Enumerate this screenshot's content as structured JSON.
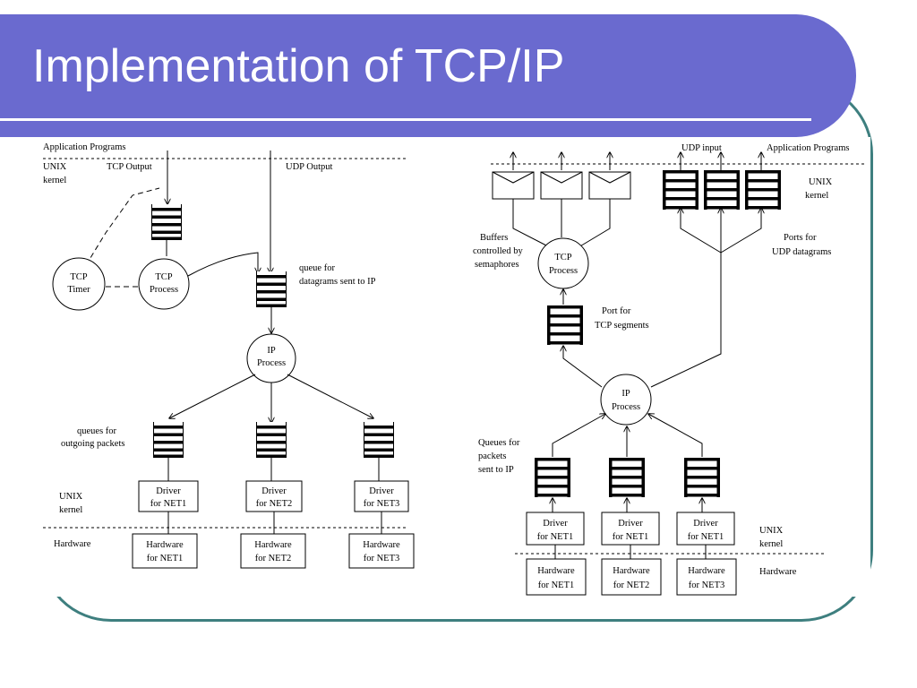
{
  "slide": {
    "title": "Implementation of TCP/IP"
  },
  "left": {
    "application_programs": "Application Programs",
    "unix": "UNIX",
    "kernel": "kernel",
    "tcp_output": "TCP Output",
    "udp_output": "UDP Output",
    "tcp_timer_1": "TCP",
    "tcp_timer_2": "Timer",
    "tcp_process_1": "TCP",
    "tcp_process_2": "Process",
    "queue_label_1": "queue for",
    "queue_label_2": "datagrams sent to IP",
    "ip_process_1": "IP",
    "ip_process_2": "Process",
    "queues_label_1": "queues for",
    "queues_label_2": "outgoing packets",
    "unix_2": "UNIX",
    "kernel_2": "kernel",
    "hardware": "Hardware",
    "drivers": [
      {
        "l1": "Driver",
        "l2": "for NET1"
      },
      {
        "l1": "Driver",
        "l2": "for NET2"
      },
      {
        "l1": "Driver",
        "l2": "for NET3"
      }
    ],
    "hardwares": [
      {
        "l1": "Hardware",
        "l2": "for NET1"
      },
      {
        "l1": "Hardware",
        "l2": "for NET2"
      },
      {
        "l1": "Hardware",
        "l2": "for NET3"
      }
    ]
  },
  "right": {
    "udp_input": "UDP input",
    "application_programs": "Application Programs",
    "unix": "UNIX",
    "kernel": "kernel",
    "buffers_1": "Buffers",
    "buffers_2": "controlled by",
    "buffers_3": "semaphores",
    "tcp_process_1": "TCP",
    "tcp_process_2": "Process",
    "ports_1": "Ports for",
    "ports_2": "UDP datagrams",
    "port_tcp_1": "Port for",
    "port_tcp_2": "TCP segments",
    "ip_process_1": "IP",
    "ip_process_2": "Process",
    "queues_1": "Queues for",
    "queues_2": "packets",
    "queues_3": "sent to IP",
    "unix_2": "UNIX",
    "kernel_2": "kernel",
    "hardware": "Hardware",
    "drivers": [
      {
        "l1": "Driver",
        "l2": "for NET1"
      },
      {
        "l1": "Driver",
        "l2": "for NET1"
      },
      {
        "l1": "Driver",
        "l2": "for NET1"
      }
    ],
    "hardwares": [
      {
        "l1": "Hardware",
        "l2": "for NET1"
      },
      {
        "l1": "Hardware",
        "l2": "for NET2"
      },
      {
        "l1": "Hardware",
        "l2": "for NET3"
      }
    ]
  }
}
